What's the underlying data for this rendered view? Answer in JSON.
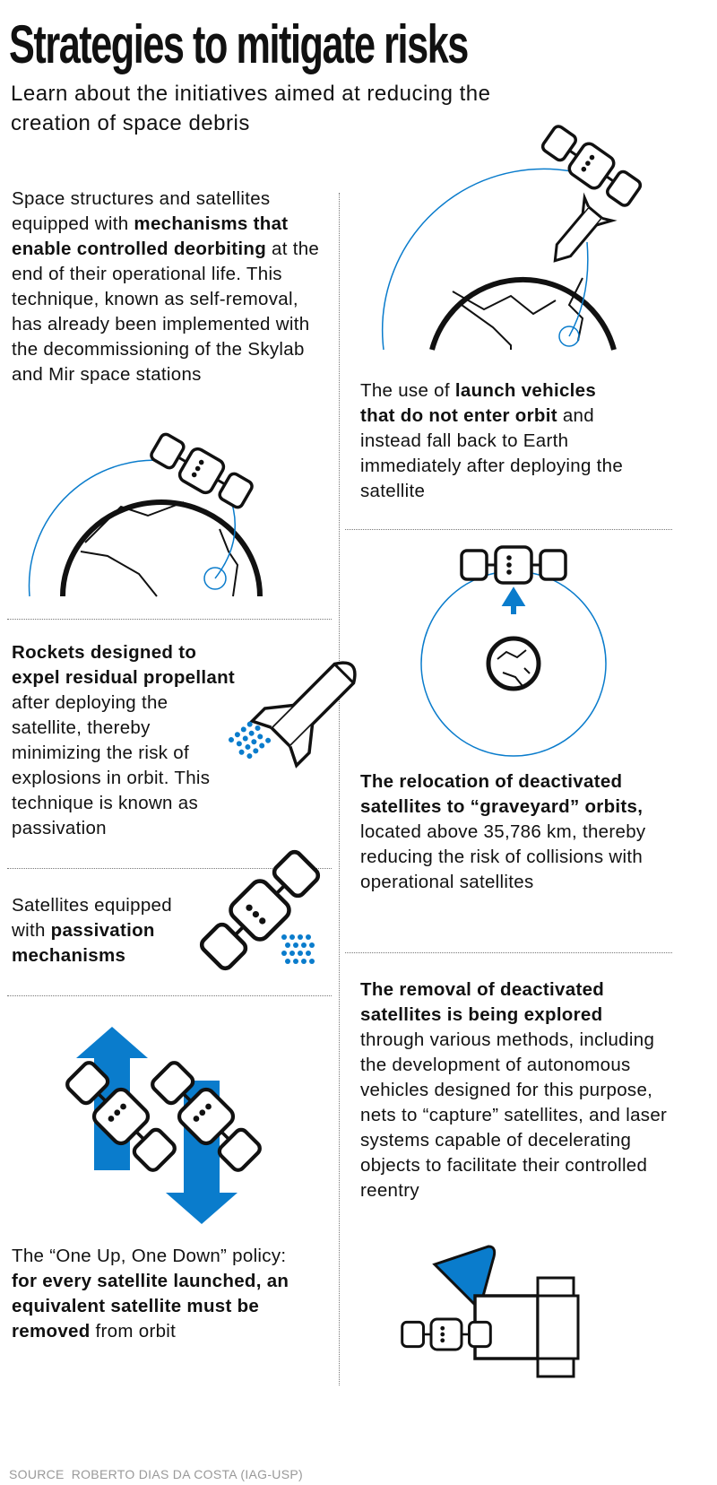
{
  "header": {
    "title": "Strategies to mitigate risks",
    "subtitle": "Learn about the initiatives aimed at reducing the creation of space debris"
  },
  "blocks": {
    "self_removal": {
      "a": "Space structures and satellites equipped with ",
      "b": "mechanisms that enable controlled deorbiting",
      "c": " at the end of their operational life. This technique, known as self-removal, has already been implemented with the decommissioning of the Skylab and Mir space stations"
    },
    "launch_vehicles": {
      "a": "The use of ",
      "b": "launch vehicles that do not enter orbit",
      "c": " and instead fall back to Earth immediately after deploying the satellite"
    },
    "rockets": {
      "b": "Rockets designed to expel residual propellant",
      "c": " after deploying the satellite, thereby minimizing the risk of explosions in orbit. This technique is known as passivation"
    },
    "graveyard": {
      "b": "The relocation of deactivated satellites to “graveyard” orbits,",
      "c": " located above 35,786 km, thereby reducing the risk of collisions with operational satellites"
    },
    "passivation_sats": {
      "a": "Satellites equipped with ",
      "b": "passivation mechanisms"
    },
    "removal": {
      "b": "The removal of deactivated satellites is being explored",
      "c": " through various methods, including the development of autonomous vehicles designed for this purpose, nets to “capture” satellites, and laser systems capable of decelerating objects to facilitate their controlled reentry"
    },
    "one_up": {
      "a": "The “One Up, One Down” policy: ",
      "b": "for every satellite launched, an equivalent satellite must be removed",
      "c": " from orbit"
    }
  },
  "footer": {
    "source_label": "SOURCE",
    "source_text": "ROBERTO DIAS DA COSTA (IAG-USP)"
  },
  "colors": {
    "accent": "#0a7ccc",
    "ink": "#111111"
  }
}
